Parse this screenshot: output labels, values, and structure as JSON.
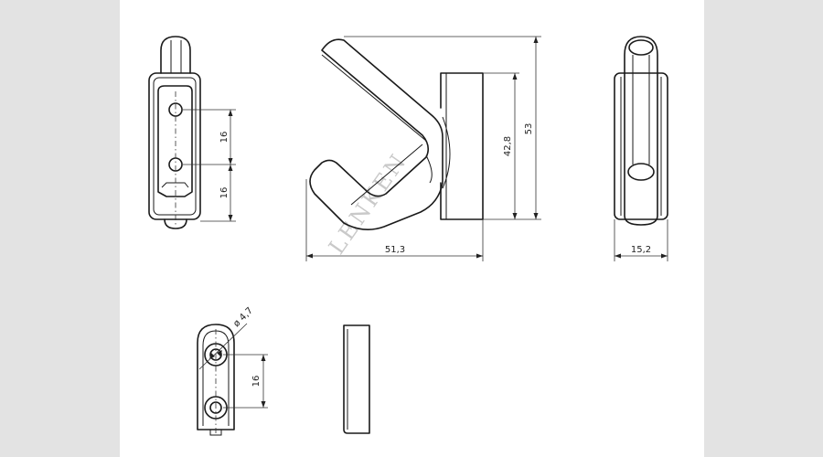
{
  "watermark": "LENKEN",
  "dimensions": {
    "front_upper_spacing": "16",
    "front_lower_spacing": "16",
    "side_inner_height": "42,8",
    "side_total_height": "53",
    "side_width": "51,3",
    "rear_width": "15,2",
    "base_hole_diameter": "ø 4,7",
    "base_hole_spacing": "16"
  }
}
